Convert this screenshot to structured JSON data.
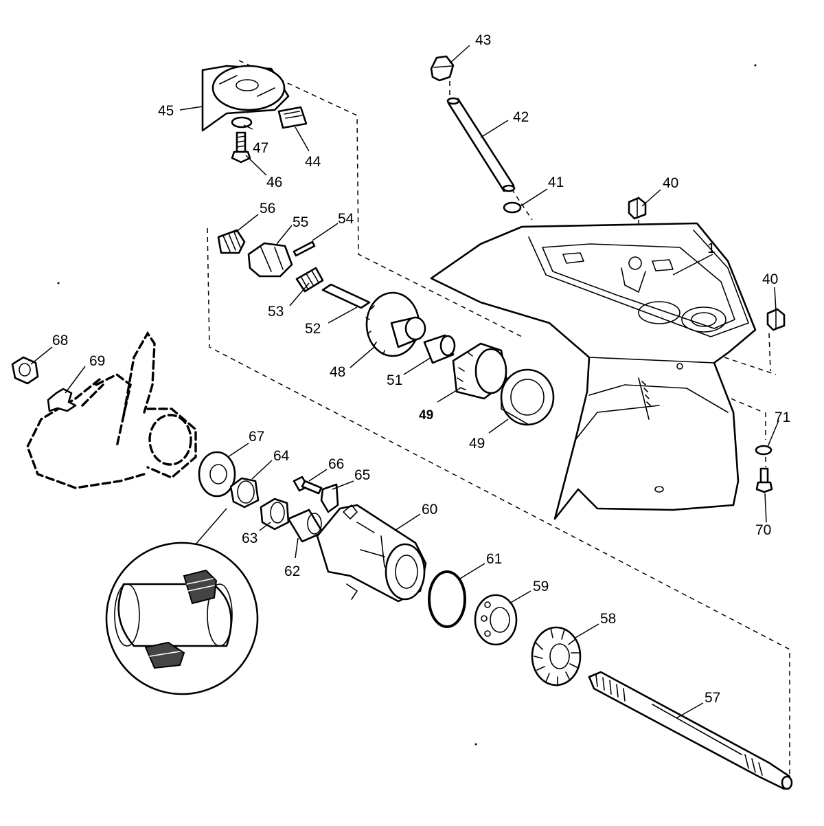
{
  "callouts": [
    {
      "id": "c43",
      "label": "43"
    },
    {
      "id": "c42",
      "label": "42"
    },
    {
      "id": "c41",
      "label": "41"
    },
    {
      "id": "c40a",
      "label": "40"
    },
    {
      "id": "c40b",
      "label": "40"
    },
    {
      "id": "c1",
      "label": "1"
    },
    {
      "id": "c45",
      "label": "45"
    },
    {
      "id": "c47",
      "label": "47"
    },
    {
      "id": "c44",
      "label": "44"
    },
    {
      "id": "c46",
      "label": "46"
    },
    {
      "id": "c56",
      "label": "56"
    },
    {
      "id": "c55",
      "label": "55"
    },
    {
      "id": "c54",
      "label": "54"
    },
    {
      "id": "c53",
      "label": "53"
    },
    {
      "id": "c52",
      "label": "52"
    },
    {
      "id": "c48",
      "label": "48"
    },
    {
      "id": "c51",
      "label": "51"
    },
    {
      "id": "c49a",
      "label": "49"
    },
    {
      "id": "c49b",
      "label": "49"
    },
    {
      "id": "c71",
      "label": "71"
    },
    {
      "id": "c70",
      "label": "70"
    },
    {
      "id": "c68",
      "label": "68"
    },
    {
      "id": "c69",
      "label": "69"
    },
    {
      "id": "c67",
      "label": "67"
    },
    {
      "id": "c64",
      "label": "64"
    },
    {
      "id": "c66",
      "label": "66"
    },
    {
      "id": "c65",
      "label": "65"
    },
    {
      "id": "c60",
      "label": "60"
    },
    {
      "id": "c63",
      "label": "63"
    },
    {
      "id": "c62",
      "label": "62"
    },
    {
      "id": "c61",
      "label": "61"
    },
    {
      "id": "c59",
      "label": "59"
    },
    {
      "id": "c58",
      "label": "58"
    },
    {
      "id": "c57",
      "label": "57"
    }
  ]
}
